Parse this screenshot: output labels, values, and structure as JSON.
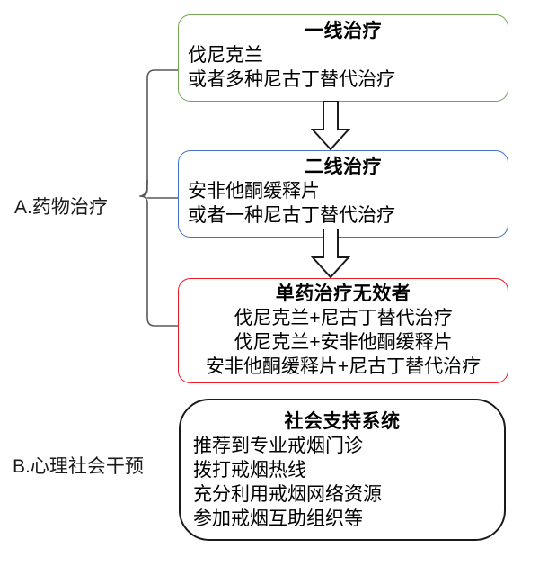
{
  "diagram": {
    "title": "Smoking cessation treatment flowchart",
    "colors": {
      "first_line_border": "#73a553",
      "second_line_border": "#4472c4",
      "combo_border": "#ed1c24",
      "social_border": "#1a1a1a",
      "arrow_stroke": "#1a1a1a",
      "bracket_stroke": "#595959",
      "text": "#000000",
      "background": "#ffffff"
    },
    "side_labels": {
      "a": "A.药物治疗",
      "b": "B.心理社会干预"
    },
    "boxes": {
      "first_line": {
        "title": "一线治疗",
        "lines": [
          "伐尼克兰",
          "或者多种尼古丁替代治疗"
        ]
      },
      "second_line": {
        "title": "二线治疗",
        "lines": [
          "安非他酮缓释片",
          "或者一种尼古丁替代治疗"
        ]
      },
      "combo": {
        "title": "单药治疗无效者",
        "lines": [
          "伐尼克兰+尼古丁替代治疗",
          "伐尼克兰+安非他酮缓释片",
          "安非他酮缓释片+尼古丁替代治疗"
        ]
      },
      "social": {
        "title": "社会支持系统",
        "lines": [
          "推荐到专业戒烟门诊",
          "拨打戒烟热线",
          "充分利用戒烟网络资源",
          "参加戒烟互助组织等"
        ]
      }
    },
    "connectors": [
      {
        "name": "arrow-first-to-second",
        "from": "first_line",
        "to": "second_line",
        "shape": "down-block-arrow"
      },
      {
        "name": "arrow-second-to-combo",
        "from": "second_line",
        "to": "combo",
        "shape": "down-block-arrow"
      },
      {
        "name": "bracket-drug-therapy",
        "groups": [
          "first_line",
          "second_line",
          "combo"
        ],
        "label": "A.药物治疗"
      }
    ]
  }
}
